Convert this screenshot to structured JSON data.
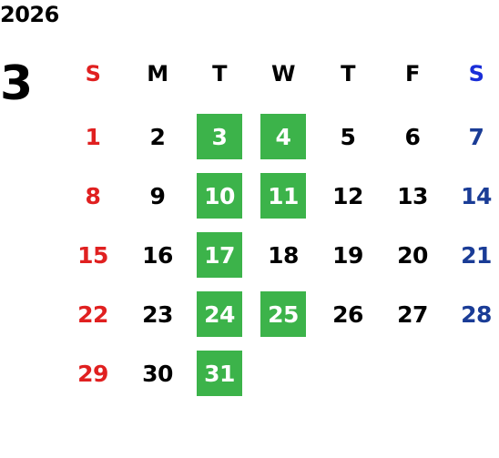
{
  "calendar": {
    "year": "2026",
    "month": "3",
    "weekday_headers": [
      "S",
      "M",
      "T",
      "W",
      "T",
      "F",
      "S"
    ],
    "weeks": [
      [
        "1",
        "2",
        "3",
        "4",
        "5",
        "6",
        "7"
      ],
      [
        "8",
        "9",
        "10",
        "11",
        "12",
        "13",
        "14"
      ],
      [
        "15",
        "16",
        "17",
        "18",
        "19",
        "20",
        "21"
      ],
      [
        "22",
        "23",
        "24",
        "25",
        "26",
        "27",
        "28"
      ],
      [
        "29",
        "30",
        "31",
        "",
        "",
        "",
        ""
      ]
    ],
    "highlighted_days": [
      "3",
      "4",
      "10",
      "11",
      "17",
      "24",
      "25",
      "31"
    ],
    "colors": {
      "sunday": "#e02020",
      "saturday_header": "#1a2ed8",
      "saturday": "#1a3c96",
      "weekday": "#000000",
      "highlight_bg": "#3cb34a",
      "highlight_text": "#ffffff"
    }
  }
}
